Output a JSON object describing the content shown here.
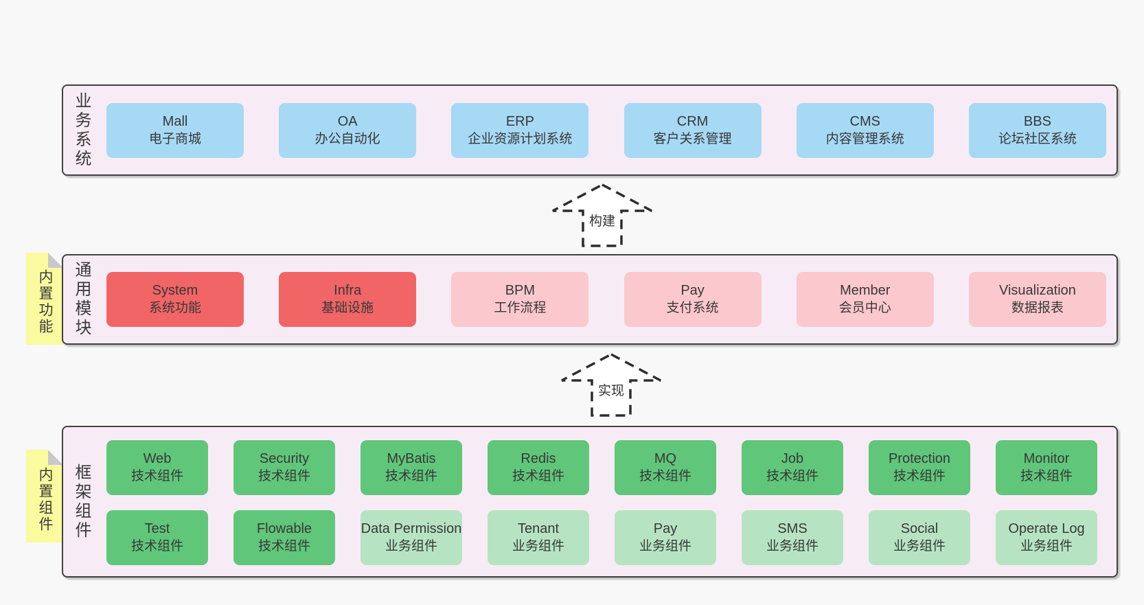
{
  "colors": {
    "page_bg": "#f8f8f8",
    "band_bg": "#f7ecf5",
    "band_border": "#414141",
    "blue_box": "#a6d9f4",
    "red_box": "#f16566",
    "pink_box": "#fbc8ce",
    "green_box": "#60c67a",
    "light_green_box": "#b6e4c2",
    "note_bg": "#fafa9e",
    "note_fold": "#c9c9c9",
    "text": "#3a3a3a"
  },
  "bands": [
    {
      "label": "业务系统",
      "boxes": [
        {
          "en": "Mall",
          "zh": "电子商城"
        },
        {
          "en": "OA",
          "zh": "办公自动化"
        },
        {
          "en": "ERP",
          "zh": "企业资源计划系统"
        },
        {
          "en": "CRM",
          "zh": "客户关系管理"
        },
        {
          "en": "CMS",
          "zh": "内容管理系统"
        },
        {
          "en": "BBS",
          "zh": "论坛社区系统"
        }
      ]
    },
    {
      "label": "通用模块",
      "note": "内置功能",
      "boxes": [
        {
          "en": "System",
          "zh": "系统功能"
        },
        {
          "en": "Infra",
          "zh": "基础设施"
        },
        {
          "en": "BPM",
          "zh": "工作流程"
        },
        {
          "en": "Pay",
          "zh": "支付系统"
        },
        {
          "en": "Member",
          "zh": "会员中心"
        },
        {
          "en": "Visualization",
          "zh": "数据报表"
        }
      ]
    },
    {
      "label": "框架组件",
      "note": "内置组件",
      "rows": [
        [
          {
            "en": "Web",
            "zh": "技术组件"
          },
          {
            "en": "Security",
            "zh": "技术组件"
          },
          {
            "en": "MyBatis",
            "zh": "技术组件"
          },
          {
            "en": "Redis",
            "zh": "技术组件"
          },
          {
            "en": "MQ",
            "zh": "技术组件"
          },
          {
            "en": "Job",
            "zh": "技术组件"
          },
          {
            "en": "Protection",
            "zh": "技术组件"
          },
          {
            "en": "Monitor",
            "zh": "技术组件"
          }
        ],
        [
          {
            "en": "Test",
            "zh": "技术组件"
          },
          {
            "en": "Flowable",
            "zh": "技术组件"
          },
          {
            "en": "Data Permission",
            "zh": "业务组件"
          },
          {
            "en": "Tenant",
            "zh": "业务组件"
          },
          {
            "en": "Pay",
            "zh": "业务组件"
          },
          {
            "en": "SMS",
            "zh": "业务组件"
          },
          {
            "en": "Social",
            "zh": "业务组件"
          },
          {
            "en": "Operate Log",
            "zh": "业务组件"
          }
        ]
      ]
    }
  ],
  "arrows": [
    {
      "label": "构建"
    },
    {
      "label": "实现"
    }
  ]
}
